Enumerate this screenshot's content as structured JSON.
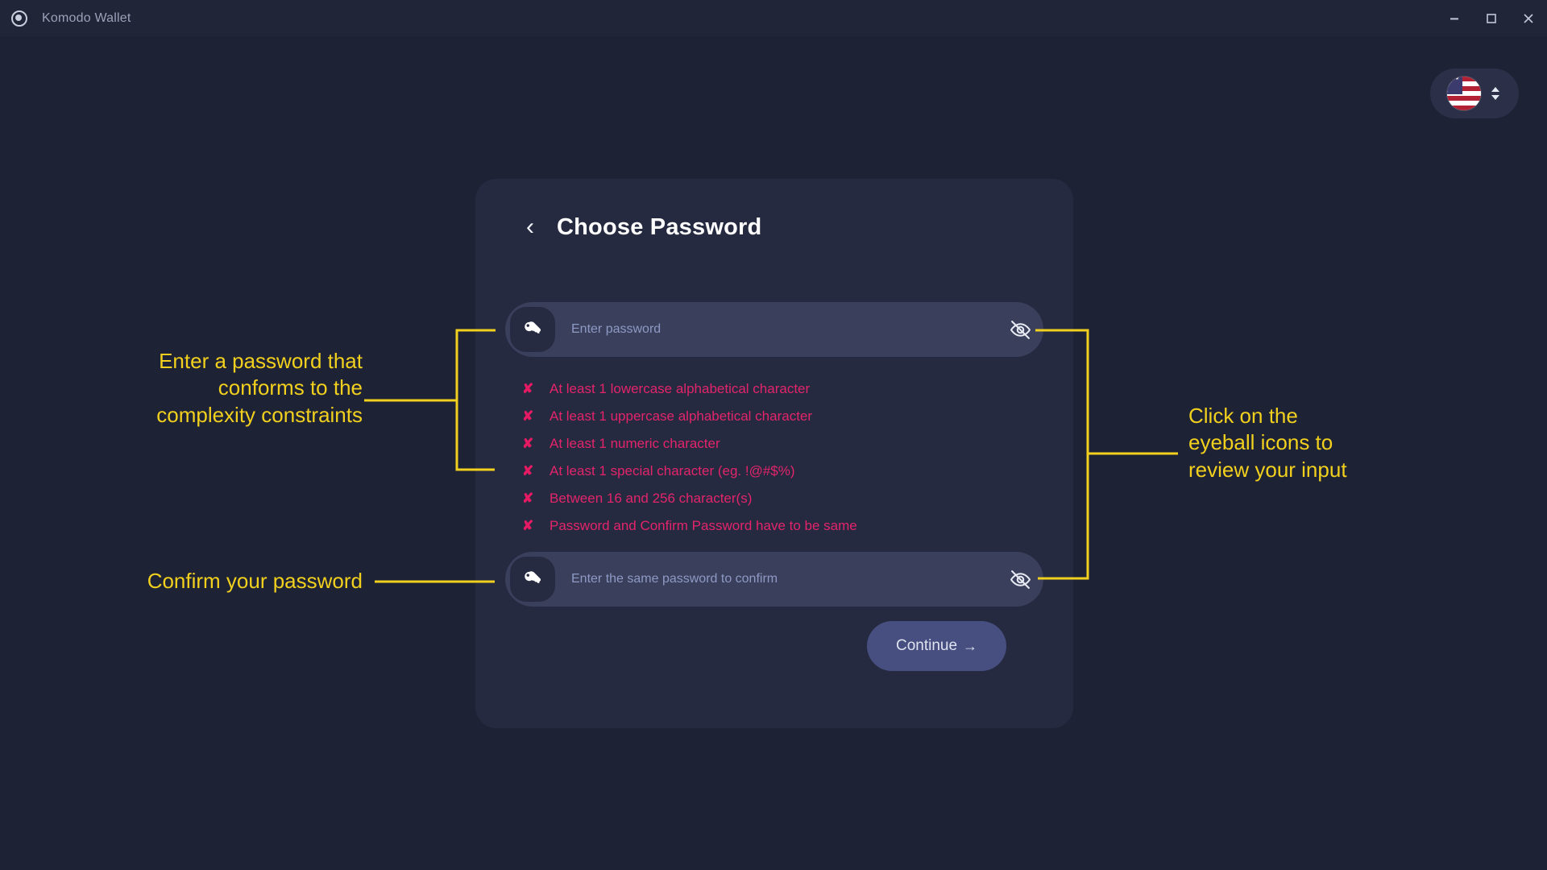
{
  "window": {
    "app_title": "Komodo Wallet",
    "logo_icon": "komodo-logo-icon",
    "controls": [
      {
        "name": "minimize",
        "icon": "minimize-icon"
      },
      {
        "name": "maximize",
        "icon": "maximize-icon"
      },
      {
        "name": "close",
        "icon": "close-icon"
      }
    ]
  },
  "language_selector": {
    "flag_icon": "us-flag-icon",
    "caret_icon": "chevron-up-down-icon"
  },
  "card": {
    "back_icon": "chevron-left-icon",
    "title": "Choose Password",
    "password_field": {
      "icon": "key-icon",
      "placeholder": "Enter password",
      "value": "",
      "toggle_icon": "eye-off-icon"
    },
    "confirm_field": {
      "icon": "key-icon",
      "placeholder": "Enter the same password to confirm",
      "value": "",
      "toggle_icon": "eye-off-icon"
    },
    "rules": [
      {
        "mark": "✘",
        "text": "At least 1 lowercase alphabetical character",
        "satisfied": false
      },
      {
        "mark": "✘",
        "text": "At least 1 uppercase alphabetical character",
        "satisfied": false
      },
      {
        "mark": "✘",
        "text": "At least 1 numeric character",
        "satisfied": false
      },
      {
        "mark": "✘",
        "text": "At least 1 special character (eg. !@#$%)",
        "satisfied": false
      },
      {
        "mark": "✘",
        "text": "Between 16 and 256 character(s)",
        "satisfied": false
      },
      {
        "mark": "✘",
        "text": "Password and Confirm Password have to be same",
        "satisfied": false
      }
    ],
    "continue_label": "Continue",
    "continue_arrow": "→"
  },
  "annotations": [
    {
      "id": "password-complexity",
      "text": "Enter a password that\nconforms to the\ncomplexity constraints"
    },
    {
      "id": "confirm-password",
      "text": "Confirm your password"
    },
    {
      "id": "eyeball-icons",
      "text": "Click on the\neyeball icons to\nreview your input"
    }
  ],
  "colors": {
    "page_background": "#1e2235",
    "titlebar": "#212538",
    "card": "#252a40",
    "field": "#3a3f5c",
    "field_icon": "#262b41",
    "accent_button": "#464f80",
    "error_text": "#e3246b",
    "annotation": "#f2d01e",
    "placeholder": "#8e9ac4"
  }
}
